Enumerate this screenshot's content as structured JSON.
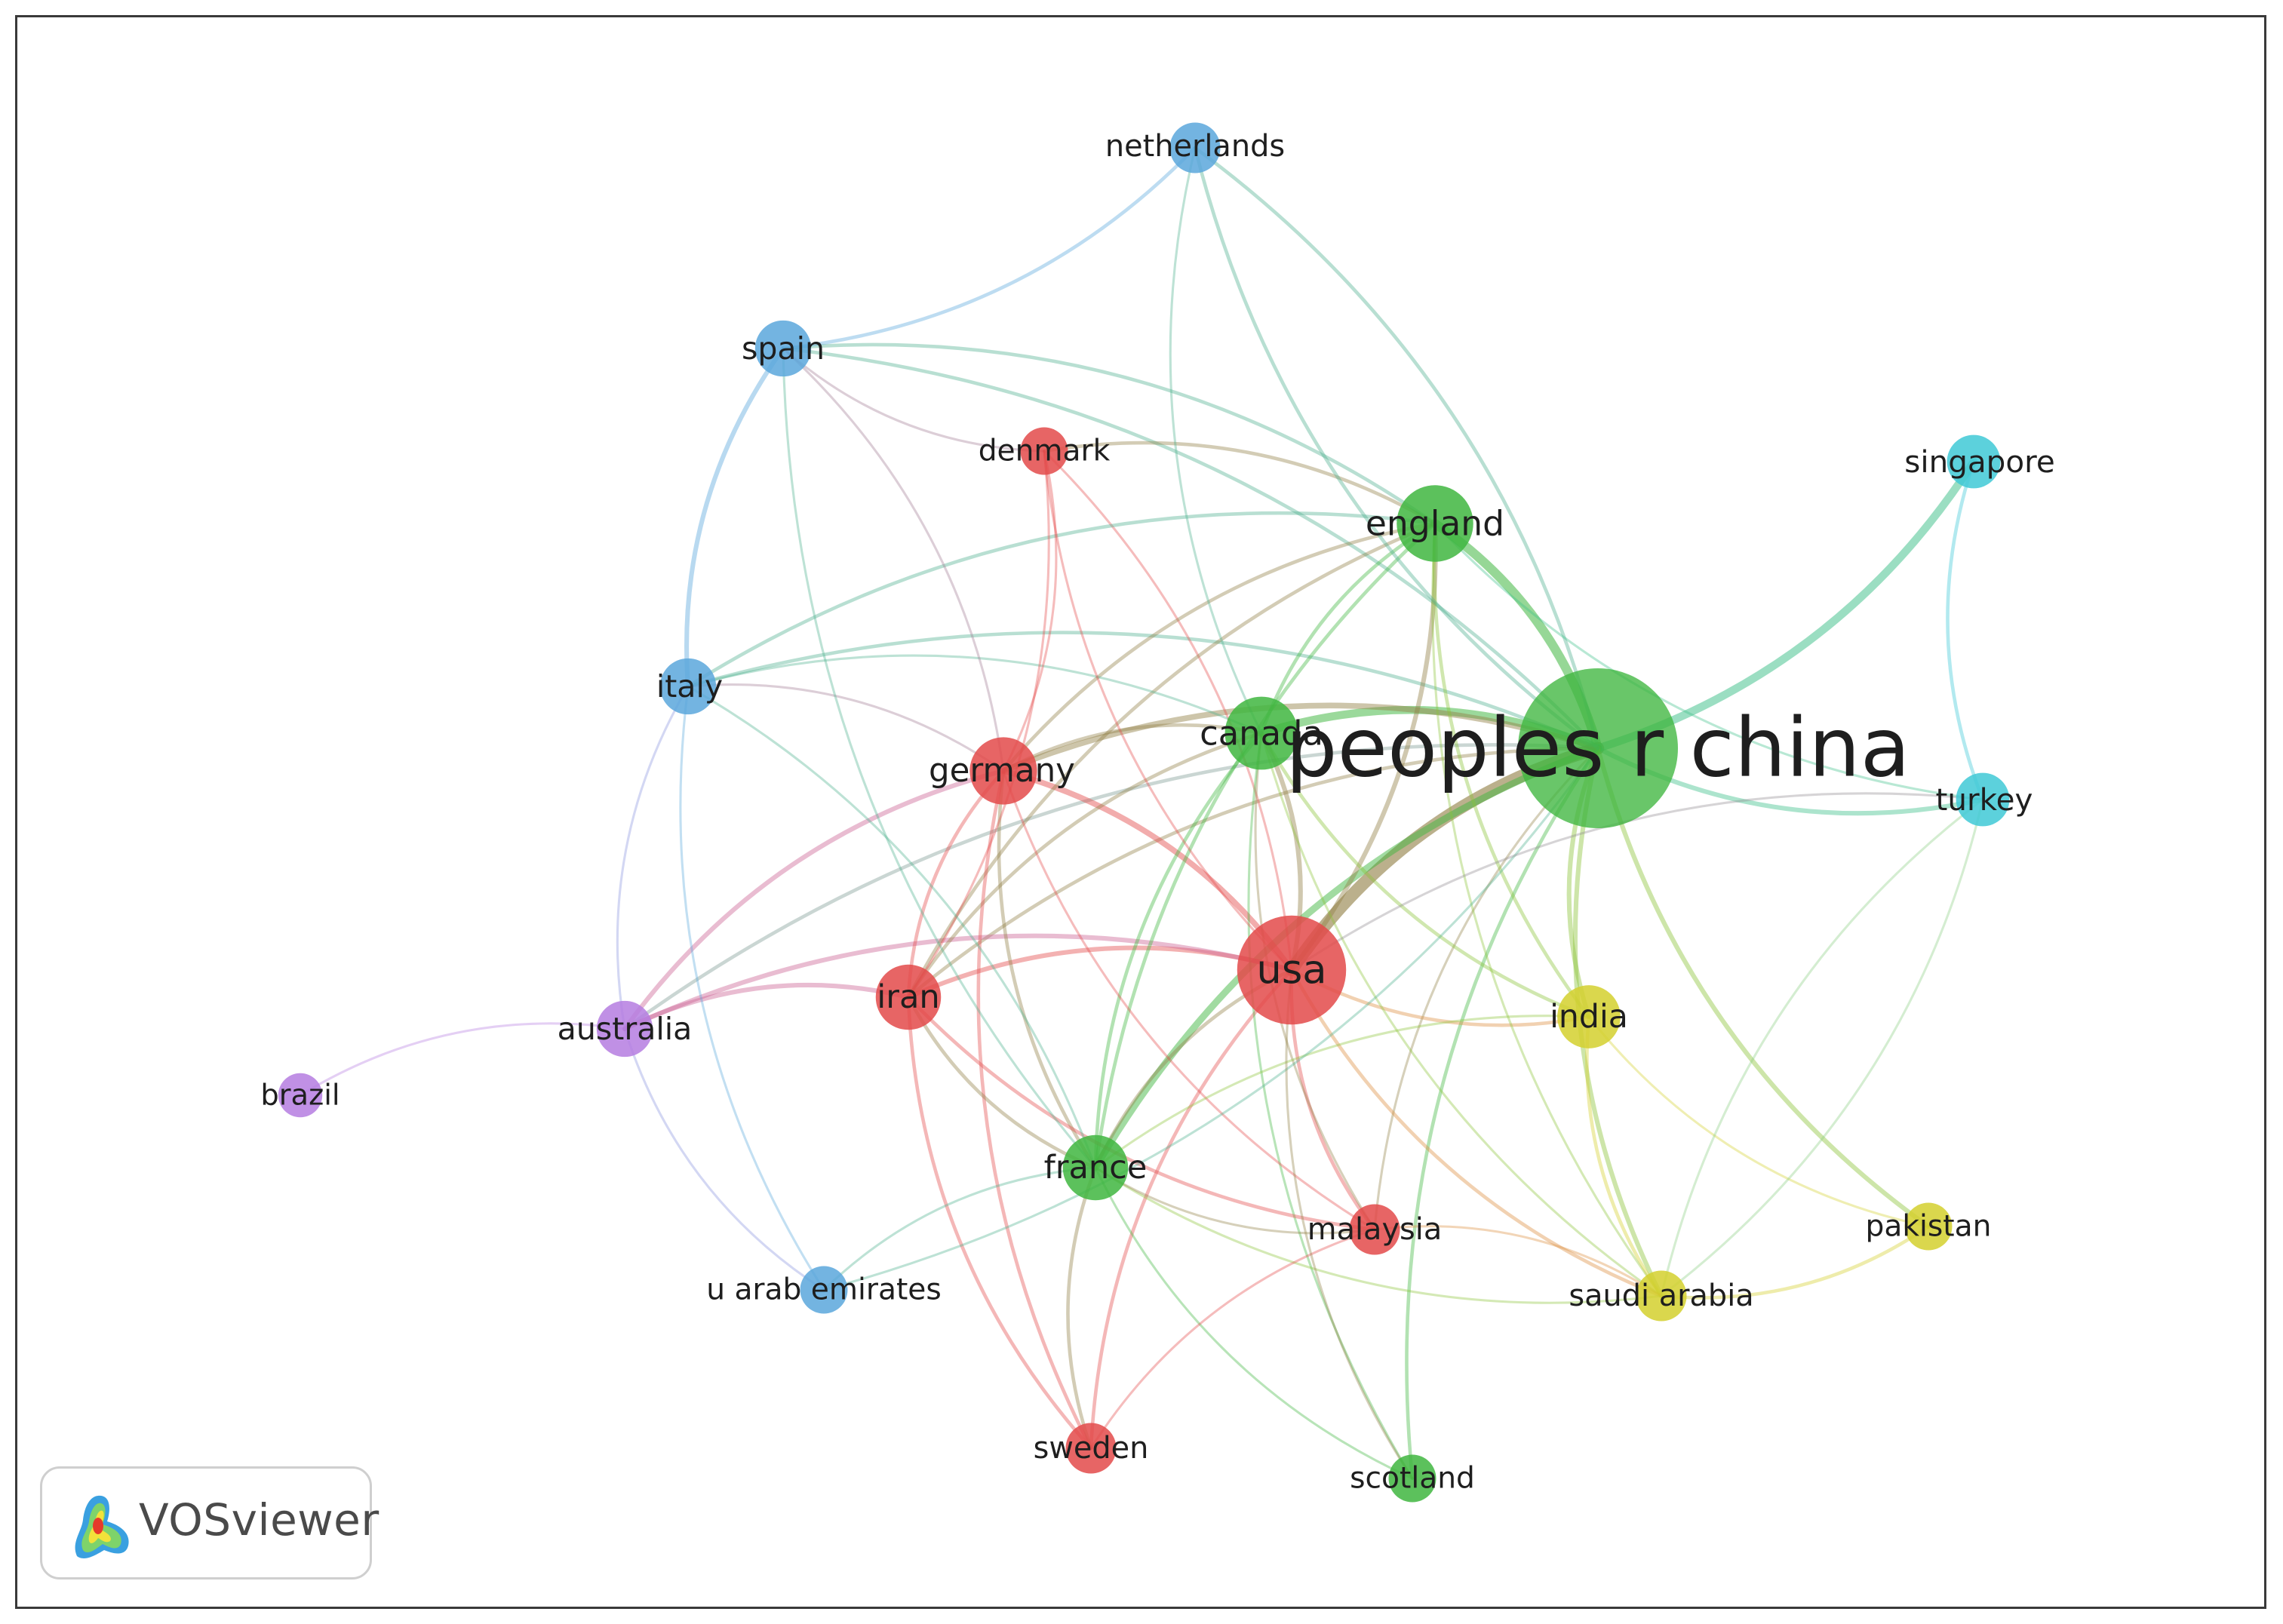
{
  "app": {
    "brand_label": "VOSviewer"
  },
  "clusters": {
    "red": "#e34a4a",
    "green": "#3fb63f",
    "blue": "#5aa7dc",
    "yellow": "#d4d02e",
    "purple": "#b57ce0",
    "cyan": "#3fc9d6"
  },
  "nodes": [
    {
      "id": "china",
      "label": "peoples r china",
      "cluster": "green",
      "weight": 100
    },
    {
      "id": "usa",
      "label": "usa",
      "cluster": "red",
      "weight": 42
    },
    {
      "id": "england",
      "label": "england",
      "cluster": "green",
      "weight": 18
    },
    {
      "id": "canada",
      "label": "canada",
      "cluster": "green",
      "weight": 16
    },
    {
      "id": "germany",
      "label": "germany",
      "cluster": "red",
      "weight": 13
    },
    {
      "id": "iran",
      "label": "iran",
      "cluster": "red",
      "weight": 12
    },
    {
      "id": "france",
      "label": "france",
      "cluster": "green",
      "weight": 12
    },
    {
      "id": "india",
      "label": "india",
      "cluster": "yellow",
      "weight": 11
    },
    {
      "id": "netherlands",
      "label": "netherlands",
      "cluster": "blue",
      "weight": 6
    },
    {
      "id": "spain",
      "label": "spain",
      "cluster": "blue",
      "weight": 8
    },
    {
      "id": "italy",
      "label": "italy",
      "cluster": "blue",
      "weight": 8
    },
    {
      "id": "denmark",
      "label": "denmark",
      "cluster": "red",
      "weight": 5
    },
    {
      "id": "singapore",
      "label": "singapore",
      "cluster": "cyan",
      "weight": 7
    },
    {
      "id": "turkey",
      "label": "turkey",
      "cluster": "cyan",
      "weight": 7
    },
    {
      "id": "australia",
      "label": "australia",
      "cluster": "purple",
      "weight": 8
    },
    {
      "id": "brazil",
      "label": "brazil",
      "cluster": "purple",
      "weight": 4
    },
    {
      "id": "malaysia",
      "label": "malaysia",
      "cluster": "red",
      "weight": 6
    },
    {
      "id": "pakistan",
      "label": "pakistan",
      "cluster": "yellow",
      "weight": 5
    },
    {
      "id": "saudi",
      "label": "saudi arabia",
      "cluster": "yellow",
      "weight": 6
    },
    {
      "id": "uae",
      "label": "u arab emirates",
      "cluster": "blue",
      "weight": 5
    },
    {
      "id": "sweden",
      "label": "sweden",
      "cluster": "red",
      "weight": 6
    },
    {
      "id": "scotland",
      "label": "scotland",
      "cluster": "green",
      "weight": 5
    }
  ],
  "links": [
    {
      "source": "china",
      "target": "usa",
      "strength": 10
    },
    {
      "source": "china",
      "target": "england",
      "strength": 7
    },
    {
      "source": "china",
      "target": "canada",
      "strength": 6
    },
    {
      "source": "china",
      "target": "singapore",
      "strength": 6
    },
    {
      "source": "china",
      "target": "france",
      "strength": 5
    },
    {
      "source": "china",
      "target": "germany",
      "strength": 4
    },
    {
      "source": "china",
      "target": "india",
      "strength": 3
    },
    {
      "source": "china",
      "target": "turkey",
      "strength": 3
    },
    {
      "source": "china",
      "target": "pakistan",
      "strength": 3
    },
    {
      "source": "china",
      "target": "saudi",
      "strength": 3
    },
    {
      "source": "china",
      "target": "italy",
      "strength": 2
    },
    {
      "source": "china",
      "target": "spain",
      "strength": 2
    },
    {
      "source": "china",
      "target": "netherlands",
      "strength": 2
    },
    {
      "source": "china",
      "target": "australia",
      "strength": 2
    },
    {
      "source": "china",
      "target": "iran",
      "strength": 2
    },
    {
      "source": "china",
      "target": "scotland",
      "strength": 2
    },
    {
      "source": "china",
      "target": "malaysia",
      "strength": 1
    },
    {
      "source": "usa",
      "target": "germany",
      "strength": 4
    },
    {
      "source": "usa",
      "target": "iran",
      "strength": 3
    },
    {
      "source": "usa",
      "target": "canada",
      "strength": 3
    },
    {
      "source": "usa",
      "target": "england",
      "strength": 3
    },
    {
      "source": "usa",
      "target": "australia",
      "strength": 3
    },
    {
      "source": "usa",
      "target": "france",
      "strength": 2
    },
    {
      "source": "usa",
      "target": "india",
      "strength": 2
    },
    {
      "source": "usa",
      "target": "sweden",
      "strength": 2
    },
    {
      "source": "usa",
      "target": "malaysia",
      "strength": 2
    },
    {
      "source": "usa",
      "target": "saudi",
      "strength": 2
    },
    {
      "source": "usa",
      "target": "denmark",
      "strength": 1
    },
    {
      "source": "england",
      "target": "canada",
      "strength": 2
    },
    {
      "source": "england",
      "target": "germany",
      "strength": 2
    },
    {
      "source": "england",
      "target": "france",
      "strength": 2
    },
    {
      "source": "england",
      "target": "spain",
      "strength": 2
    },
    {
      "source": "england",
      "target": "italy",
      "strength": 2
    },
    {
      "source": "england",
      "target": "denmark",
      "strength": 2
    },
    {
      "source": "england",
      "target": "iran",
      "strength": 2
    },
    {
      "source": "england",
      "target": "india",
      "strength": 2
    },
    {
      "source": "england",
      "target": "turkey",
      "strength": 1
    },
    {
      "source": "england",
      "target": "saudi",
      "strength": 1
    },
    {
      "source": "canada",
      "target": "germany",
      "strength": 2
    },
    {
      "source": "canada",
      "target": "iran",
      "strength": 2
    },
    {
      "source": "canada",
      "target": "france",
      "strength": 2
    },
    {
      "source": "canada",
      "target": "india",
      "strength": 2
    },
    {
      "source": "canada",
      "target": "malaysia",
      "strength": 1
    },
    {
      "source": "canada",
      "target": "saudi",
      "strength": 1
    },
    {
      "source": "canada",
      "target": "scotland",
      "strength": 1
    },
    {
      "source": "canada",
      "target": "italy",
      "strength": 1
    },
    {
      "source": "germany",
      "target": "iran",
      "strength": 2
    },
    {
      "source": "germany",
      "target": "australia",
      "strength": 3
    },
    {
      "source": "germany",
      "target": "italy",
      "strength": 1
    },
    {
      "source": "germany",
      "target": "france",
      "strength": 2
    },
    {
      "source": "germany",
      "target": "sweden",
      "strength": 2
    },
    {
      "source": "germany",
      "target": "malaysia",
      "strength": 1
    },
    {
      "source": "germany",
      "target": "denmark",
      "strength": 1
    },
    {
      "source": "germany",
      "target": "spain",
      "strength": 1
    },
    {
      "source": "iran",
      "target": "australia",
      "strength": 3
    },
    {
      "source": "iran",
      "target": "france",
      "strength": 2
    },
    {
      "source": "iran",
      "target": "sweden",
      "strength": 2
    },
    {
      "source": "iran",
      "target": "malaysia",
      "strength": 2
    },
    {
      "source": "iran",
      "target": "denmark",
      "strength": 1
    },
    {
      "source": "france",
      "target": "sweden",
      "strength": 2
    },
    {
      "source": "france",
      "target": "uae",
      "strength": 1
    },
    {
      "source": "france",
      "target": "italy",
      "strength": 1
    },
    {
      "source": "france",
      "target": "scotland",
      "strength": 1
    },
    {
      "source": "france",
      "target": "saudi",
      "strength": 1
    },
    {
      "source": "france",
      "target": "malaysia",
      "strength": 1
    },
    {
      "source": "india",
      "target": "saudi",
      "strength": 2
    },
    {
      "source": "india",
      "target": "pakistan",
      "strength": 1
    },
    {
      "source": "india",
      "target": "france",
      "strength": 1
    },
    {
      "source": "saudi",
      "target": "pakistan",
      "strength": 2
    },
    {
      "source": "saudi",
      "target": "malaysia",
      "strength": 1
    },
    {
      "source": "saudi",
      "target": "turkey",
      "strength": 1
    },
    {
      "source": "spain",
      "target": "italy",
      "strength": 3
    },
    {
      "source": "spain",
      "target": "netherlands",
      "strength": 2
    },
    {
      "source": "spain",
      "target": "denmark",
      "strength": 1
    },
    {
      "source": "spain",
      "target": "france",
      "strength": 1
    },
    {
      "source": "netherlands",
      "target": "china",
      "strength": 2
    },
    {
      "source": "netherlands",
      "target": "canada",
      "strength": 1
    },
    {
      "source": "italy",
      "target": "uae",
      "strength": 1
    },
    {
      "source": "italy",
      "target": "australia",
      "strength": 1
    },
    {
      "source": "australia",
      "target": "brazil",
      "strength": 1
    },
    {
      "source": "australia",
      "target": "uae",
      "strength": 1
    },
    {
      "source": "uae",
      "target": "china",
      "strength": 1
    },
    {
      "source": "singapore",
      "target": "turkey",
      "strength": 2
    },
    {
      "source": "turkey",
      "target": "usa",
      "strength": 1
    },
    {
      "source": "turkey",
      "target": "saudi",
      "strength": 1
    },
    {
      "source": "malaysia",
      "target": "sweden",
      "strength": 1
    },
    {
      "source": "usa",
      "target": "scotland",
      "strength": 1
    },
    {
      "source": "denmark",
      "target": "usa",
      "strength": 1
    }
  ]
}
